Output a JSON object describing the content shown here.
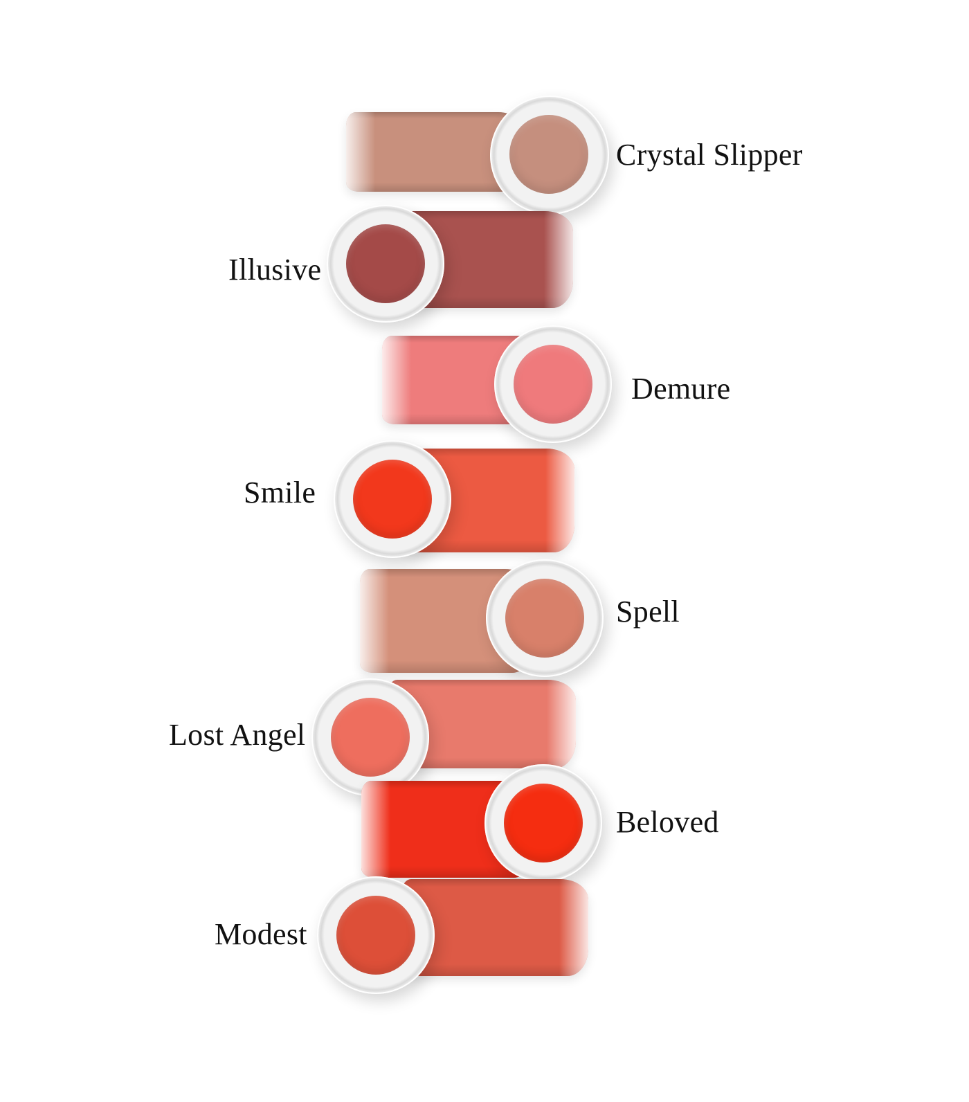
{
  "image": {
    "description": "Product swatch photo of eight lip/cheek balm shades in clear round pots with matching smears, arranged in a zig-zag column with shade names alongside"
  },
  "shades": [
    {
      "name": "Crystal Slipper",
      "label_side": "right",
      "pot_color": "#c58f7e",
      "smear_color": "#c8907d"
    },
    {
      "name": "Illusive",
      "label_side": "left",
      "pot_color": "#a44a48",
      "smear_color": "#a9524f"
    },
    {
      "name": "Demure",
      "label_side": "right",
      "pot_color": "#ef7a7c",
      "smear_color": "#ee7c7c"
    },
    {
      "name": "Smile",
      "label_side": "left",
      "pot_color": "#f2381c",
      "smear_color": "#ec5a42"
    },
    {
      "name": "Spell",
      "label_side": "right",
      "pot_color": "#d8806a",
      "smear_color": "#d4907a"
    },
    {
      "name": "Lost Angel",
      "label_side": "left",
      "pot_color": "#ee6e5e",
      "smear_color": "#e87a6c"
    },
    {
      "name": "Beloved",
      "label_side": "right",
      "pot_color": "#f52d10",
      "smear_color": "#ef2e1a"
    },
    {
      "name": "Modest",
      "label_side": "left",
      "pot_color": "#dd4f38",
      "smear_color": "#dd5a46"
    }
  ]
}
